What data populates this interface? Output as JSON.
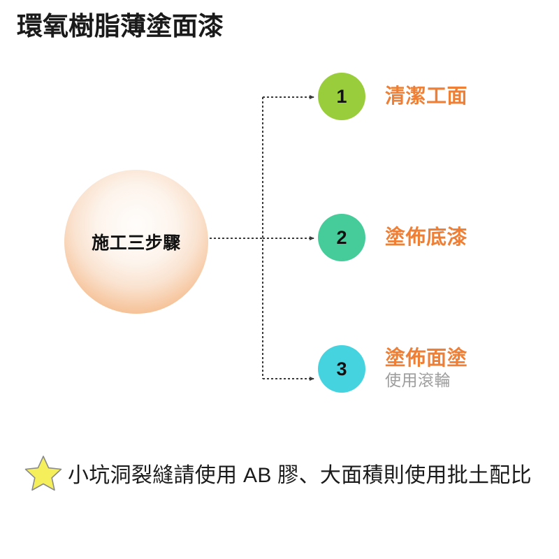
{
  "page": {
    "title": "環氧樹脂薄塗面漆",
    "background_color": "#ffffff"
  },
  "hub": {
    "label": "施工三步驟",
    "gradient_edge_color": "#f1a066",
    "gradient_center_color": "#fffdfb"
  },
  "steps": [
    {
      "number": "1",
      "label": "清潔工面",
      "subtitle": "",
      "circle_color": "#9ACD3C",
      "label_color": "#ee7f35"
    },
    {
      "number": "2",
      "label": "塗佈底漆",
      "subtitle": "",
      "circle_color": "#46CC9A",
      "label_color": "#ee7f35"
    },
    {
      "number": "3",
      "label": "塗佈面塗",
      "subtitle": "使用滾輪",
      "circle_color": "#45D3E0",
      "label_color": "#ee7f35",
      "subtitle_color": "#9d9d9d"
    }
  ],
  "footnote": {
    "icon": "star-icon",
    "icon_fill": "#F5EF5C",
    "icon_stroke": "#8a8a8a",
    "text": "小坑洞裂縫請使用 AB 膠、大面積則使用批土配比"
  },
  "connectors": {
    "style": "dashed",
    "color": "#3a3a3a"
  }
}
